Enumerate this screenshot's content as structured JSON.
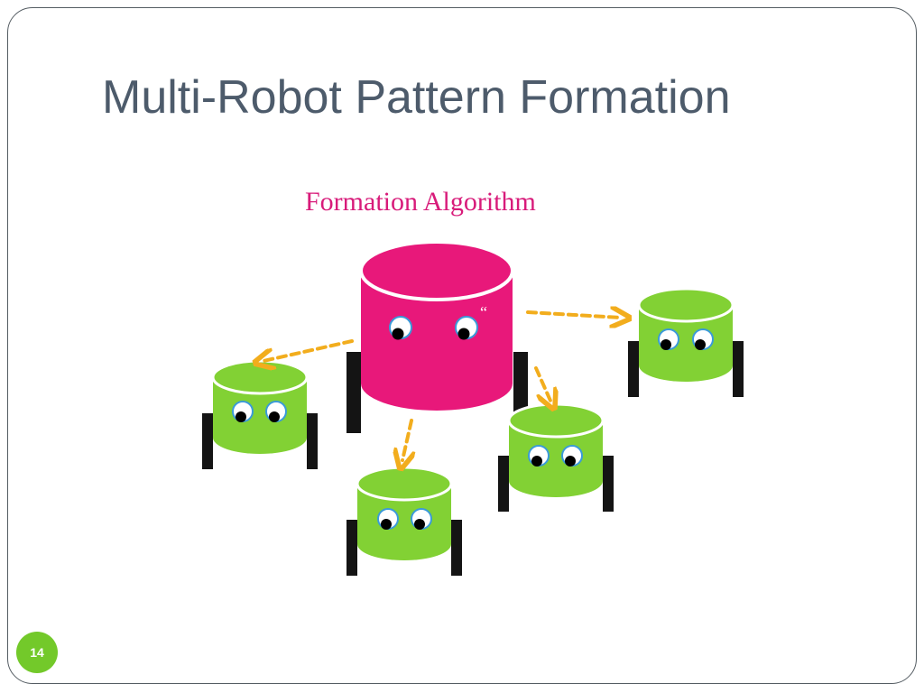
{
  "slide": {
    "title": "Multi-Robot Pattern Formation",
    "subtitle": "Formation Algorithm",
    "quote_mark": "“",
    "page_number": "14"
  },
  "colors": {
    "title": "#4d5b6b",
    "subtitle": "#d81b7a",
    "leader_body": "#e8187a",
    "follower_body": "#82d134",
    "wheel": "#141414",
    "arrow": "#f2ad1d",
    "page_badge": "#73c92a",
    "eye_ring": "#3a9ad9"
  }
}
